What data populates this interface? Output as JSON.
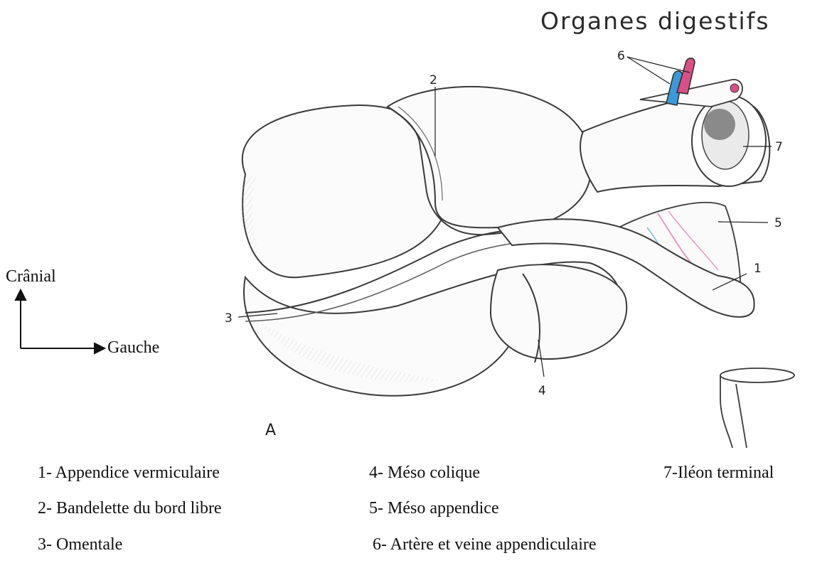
{
  "header": {
    "title": "Organes digestifs"
  },
  "orientation": {
    "up_label": "Crânial",
    "right_label": "Gauche"
  },
  "callouts": [
    "1",
    "2",
    "3",
    "4",
    "5",
    "6",
    "7"
  ],
  "figure_letter": "A",
  "legend": [
    "1- Appendice vermiculaire",
    "2- Bandelette du bord libre",
    "3- Omentale",
    "4- Méso colique",
    "5- Méso appendice",
    "6- Artère et veine appendiculaire",
    "7-Iléon terminal"
  ],
  "colors": {
    "artery": "#d94f86",
    "vein": "#3a9ad9",
    "outline": "#3a3a3a",
    "mesentery_vessel": "#e79ac0"
  }
}
